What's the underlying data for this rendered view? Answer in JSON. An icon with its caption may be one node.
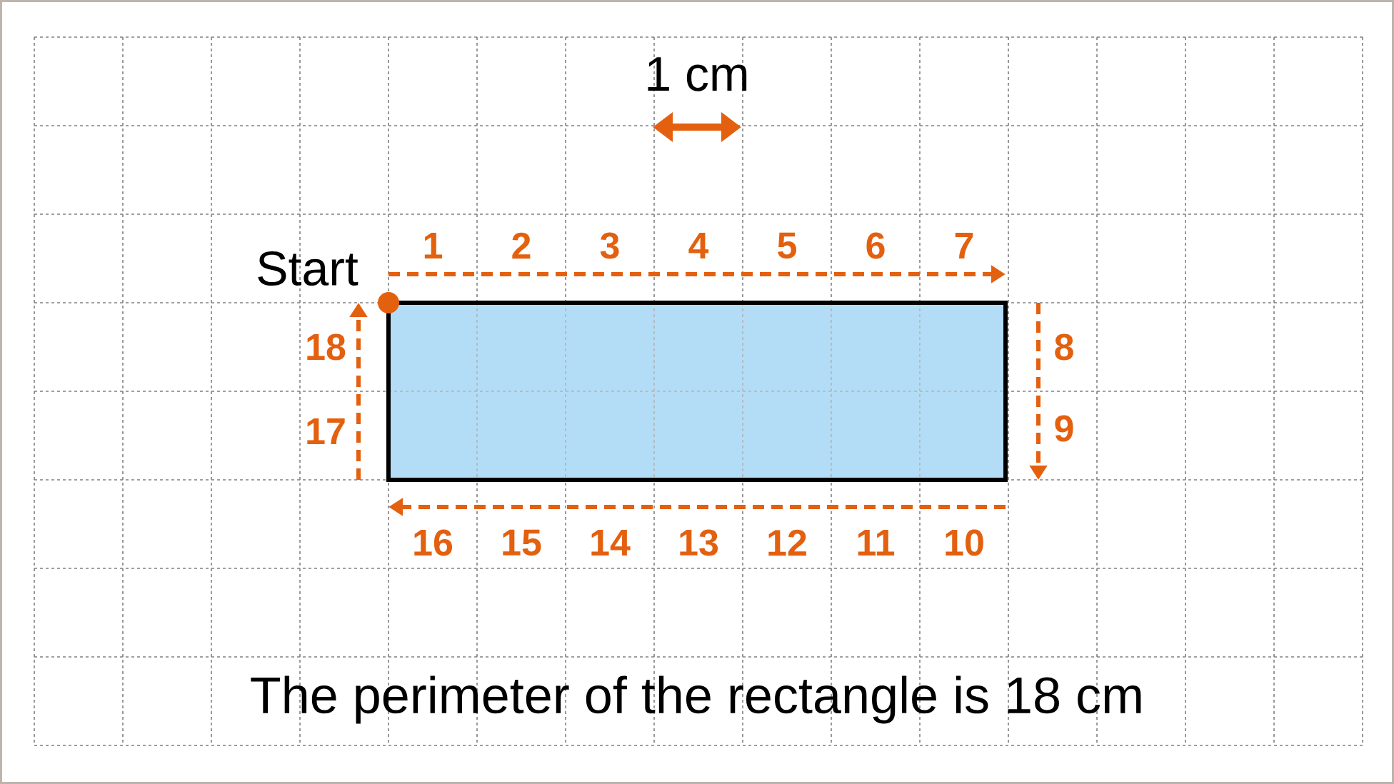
{
  "diagram": {
    "caption": "The perimeter of the rectangle is 18 cm",
    "nodes": [
      {
        "text": [],
        "shape": "box"
      }
    ],
    "labels": [
      "1 cm",
      "1",
      "2",
      "3",
      "4",
      "5",
      "6",
      "7",
      "Start",
      "18",
      "8",
      "17",
      "9",
      "16",
      "15",
      "14",
      "13",
      "12",
      "11",
      "10"
    ]
  }
}
